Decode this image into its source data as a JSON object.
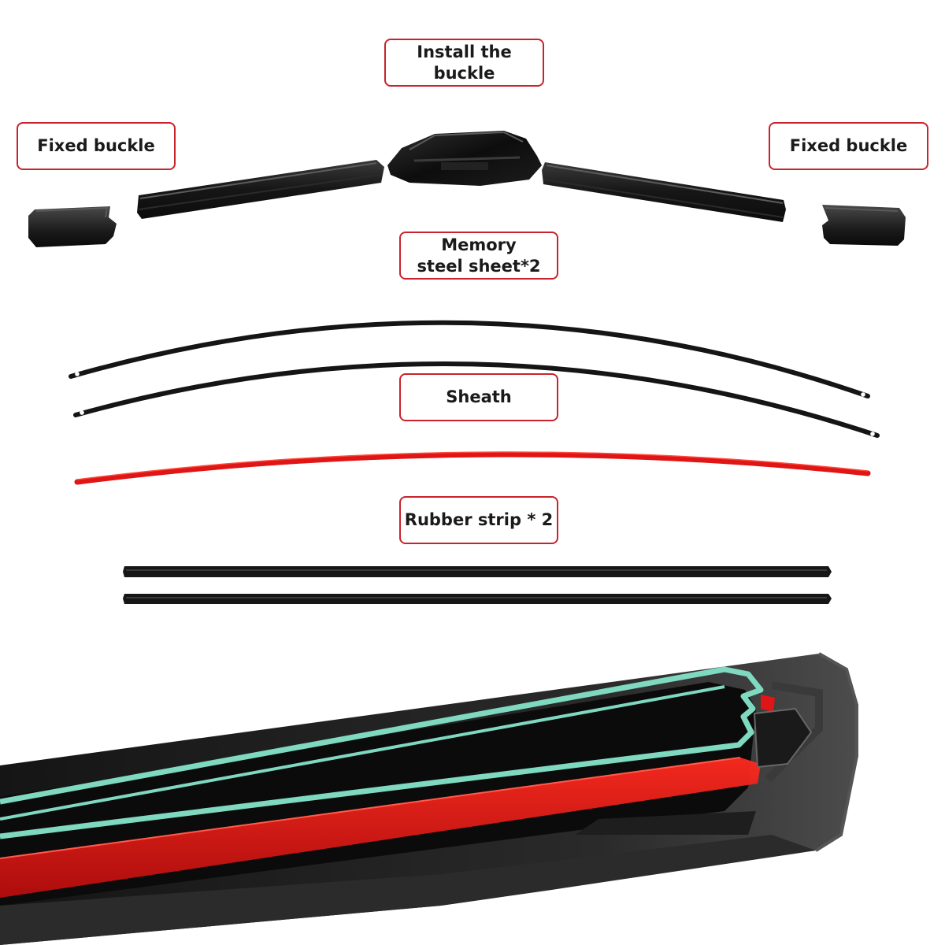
{
  "labels": {
    "install_buckle": "Install the\nbuckle",
    "fixed_buckle_left": "Fixed buckle",
    "fixed_buckle_right": "Fixed buckle",
    "memory_steel": "Memory\nsteel sheet*2",
    "sheath": "Sheath",
    "rubber_strip": "Rubber strip * 2"
  },
  "colors": {
    "label_border": "#c8232c",
    "part_black": "#151515",
    "sheath_red": "#e01515",
    "cross_section_teal": "#7fd8c0"
  }
}
